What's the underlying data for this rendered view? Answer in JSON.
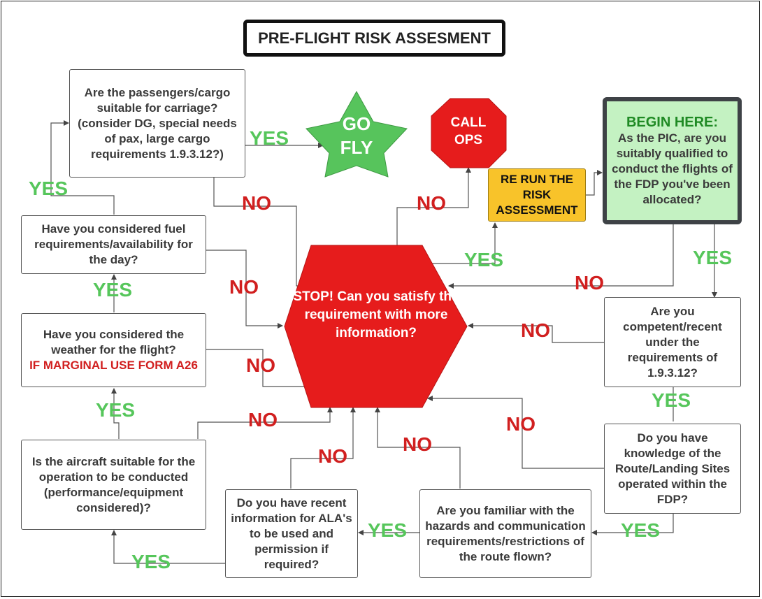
{
  "title": "PRE-FLIGHT RISK ASSESMENT",
  "begin": {
    "heading": "BEGIN HERE:",
    "text": "As the PIC, are you suitably qualified to conduct the flights of the FDP you've been allocated?"
  },
  "rerun": "RE RUN THE RISK ASSESSMENT",
  "call_ops": [
    "CALL",
    "OPS"
  ],
  "go_fly": [
    "GO",
    "FLY"
  ],
  "stop": "STOP! Can you satisfy the requirement with more information?",
  "questions": {
    "passengers": "Are the passengers/cargo suitable for carriage? (consider DG, special needs of pax, large cargo requirements 1.9.3.12?)",
    "fuel": "Have you considered fuel requirements/availability for the day?",
    "weather": "Have you considered the weather for the flight?",
    "weather_note": "IF MARGINAL USE FORM A26",
    "aircraft": "Is the aircraft suitable for the operation to be conducted (performance/equipment considered)?",
    "ala": "Do you have recent information for ALA's to be used and permission if required?",
    "hazards": "Are you familiar with the hazards and communication requirements/restrictions of the route flown?",
    "knowledge": "Do you have knowledge of the Route/Landing Sites operated within the FDP?",
    "competent": "Are you competent/recent under the requirements of 1.9.3.12?"
  },
  "labels": {
    "yes": "YES",
    "no": "NO"
  },
  "colors": {
    "yes": "#56c65b",
    "no": "#d11f1f",
    "stop_fill": "#e61c1c",
    "go_fly_fill": "#57c45c",
    "begin_fill": "#c4f2c2",
    "rerun_fill": "#f8c32a"
  }
}
